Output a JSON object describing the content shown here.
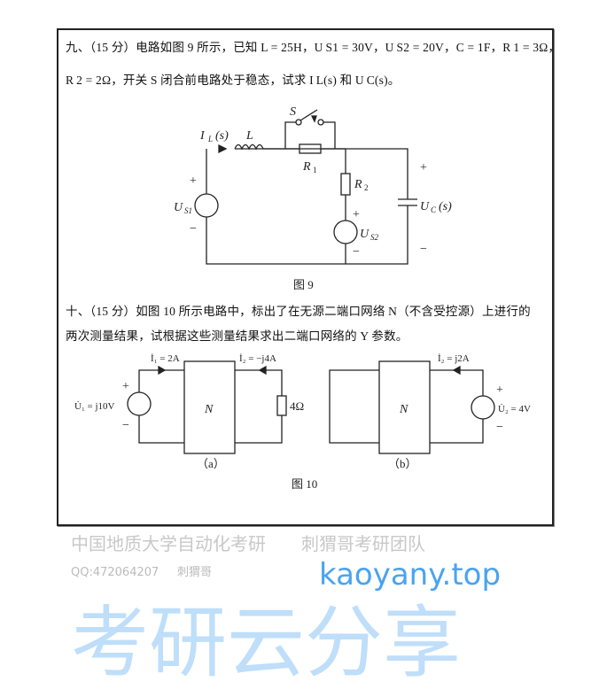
{
  "q9": {
    "line1": "九、（15 分）电路如图 9 所示，已知 L = 25H，U S1 = 30V，U S2 = 20V，C = 1F，R 1 = 3Ω，",
    "line2": "R 2 = 2Ω，开关 S 闭合前电路处于稳态，试求 I L(s) 和 U C(s)。",
    "figure": {
      "switch": "S",
      "current": "I",
      "current_sub": "L",
      "current_arg": "(s)",
      "inductor": "L",
      "r1": "R",
      "r1_sub": "1",
      "r2": "R",
      "r2_sub": "2",
      "us1": "U",
      "us1_sub": "S1",
      "us2": "U",
      "us2_sub": "S2",
      "uc": "U",
      "uc_sub": "C",
      "uc_arg": "(s)",
      "plus": "+",
      "minus": "−",
      "caption": "图 9"
    }
  },
  "q10": {
    "line1": "十、（15 分）如图 10 所示电路中，标出了在无源二端口网络 N（不含受控源）上进行的",
    "line2": "两次测量结果，试根据这些测量结果求出二端口网络的 Y 参数。",
    "figure_a": {
      "i1": "İ₁ = 2A",
      "i2": "İ₂ = −j4A",
      "u1": "U̇₁ = j10V",
      "resistor": "4Ω",
      "network": "N",
      "label": "（a）"
    },
    "figure_b": {
      "i2": "İ₂ = j2A",
      "u2": "U̇₂ = 4V",
      "network": "N",
      "label": "（b）"
    },
    "caption": "图 10"
  },
  "watermarks": {
    "qq": "QQ:472064207",
    "name": "刺猬哥",
    "site": "kaoyany.top",
    "brand": "考研云分享",
    "school": "中国地质大学自动化考研",
    "team": "刺猬哥考研团队"
  },
  "colors": {
    "watermark_blue": "#4aa3f0",
    "watermark_gray": "#c8c8c8"
  }
}
